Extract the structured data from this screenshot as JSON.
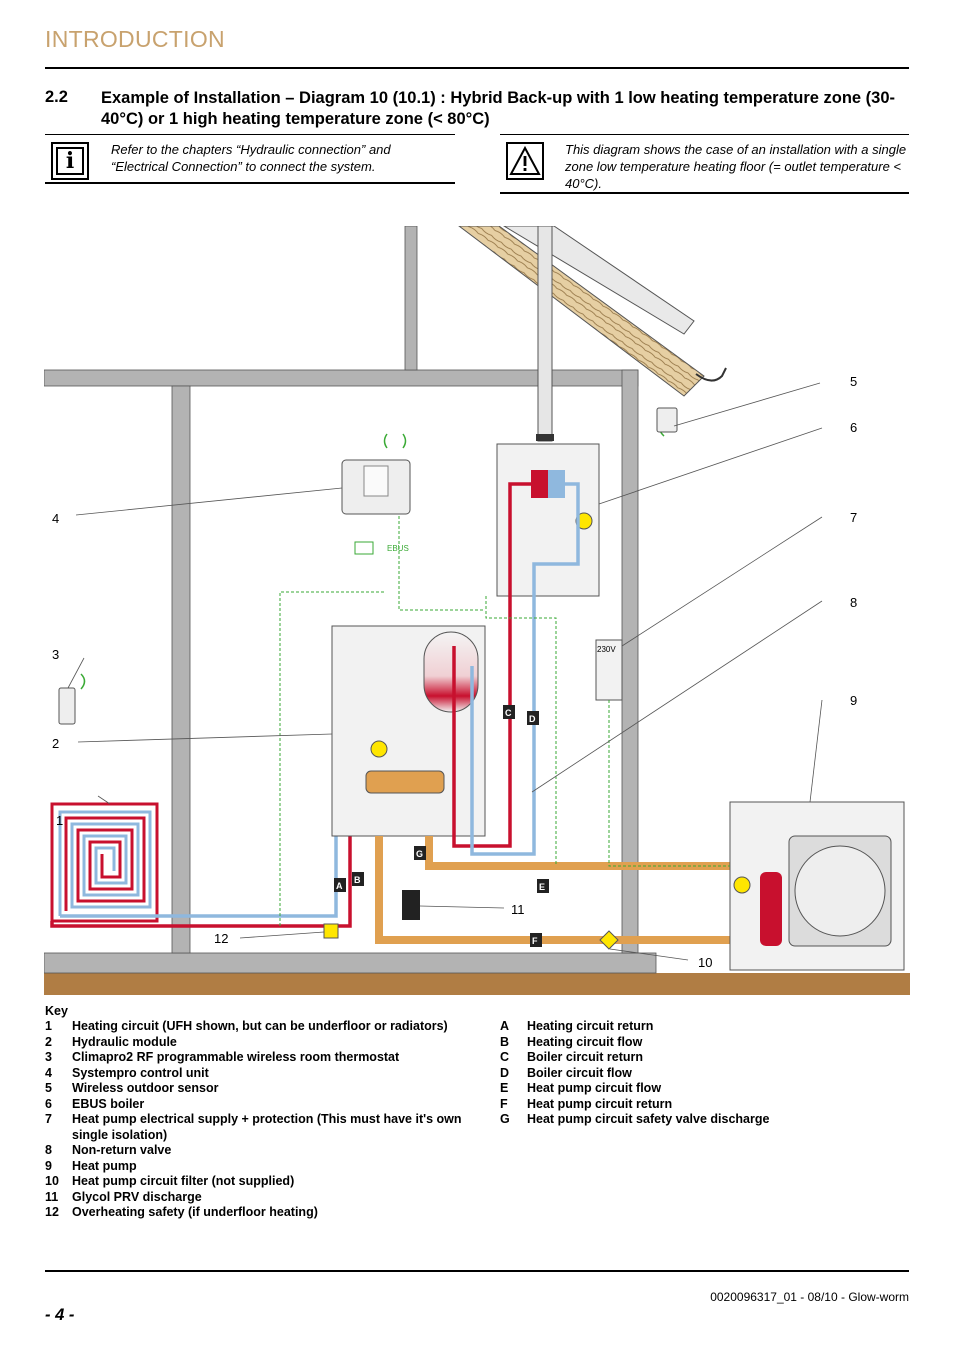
{
  "header": {
    "title": "INTRODUCTION"
  },
  "section": {
    "number": "2.2",
    "title": "Example of Installation – Diagram 10 (10.1) : Hybrid Back-up with 1 low heating temperature zone (30-40°C) or 1 high heating temperature zone (< 80°C)"
  },
  "notes": {
    "info": "Refer to the chapters “Hydraulic connection” and “Electrical Connection” to connect the system.",
    "warning": "This diagram shows the case of an installation with a single zone low temperature heating floor (= outlet temperature < 40°C)."
  },
  "diagram": {
    "callouts": [
      "1",
      "2",
      "3",
      "4",
      "5",
      "6",
      "7",
      "8",
      "9",
      "10",
      "11",
      "12"
    ],
    "letters": [
      "A",
      "B",
      "C",
      "D",
      "E",
      "F",
      "G"
    ],
    "ebus_label": "EBUS",
    "supply_label": "230V",
    "colors": {
      "hot": "#c8102e",
      "cold": "#8fb8de",
      "glycol": "#e0a050",
      "wire": "#3aaa35",
      "wall": "#b3b3b3",
      "ground": "#b07d44"
    }
  },
  "key": {
    "heading": "Key",
    "numbered": [
      {
        "num": "1",
        "text": "Heating circuit (UFH shown, but can be underfloor or radiators)"
      },
      {
        "num": "2",
        "text": "Hydraulic module"
      },
      {
        "num": "3",
        "text": "Climapro2 RF programmable wireless room thermostat"
      },
      {
        "num": "4",
        "text": "Systempro control unit"
      },
      {
        "num": "5",
        "text": "Wireless outdoor sensor"
      },
      {
        "num": "6",
        "text": "EBUS boiler"
      },
      {
        "num": "7",
        "text": "Heat pump electrical supply + protection (This must have it's own single isolation)"
      },
      {
        "num": "8",
        "text": "Non-return valve"
      },
      {
        "num": "9",
        "text": "Heat pump"
      },
      {
        "num": "10",
        "text": "Heat pump circuit filter (not supplied)"
      },
      {
        "num": "11",
        "text": "Glycol PRV discharge"
      },
      {
        "num": "12",
        "text": "Overheating safety (if underfloor heating)"
      }
    ],
    "lettered": [
      {
        "num": "A",
        "text": "Heating circuit return"
      },
      {
        "num": "B",
        "text": "Heating circuit flow"
      },
      {
        "num": "C",
        "text": "Boiler circuit return"
      },
      {
        "num": "D",
        "text": "Boiler circuit flow"
      },
      {
        "num": "E",
        "text": "Heat pump circuit flow"
      },
      {
        "num": "F",
        "text": "Heat pump circuit return"
      },
      {
        "num": "G",
        "text": "Heat pump circuit safety valve discharge"
      }
    ]
  },
  "footer": {
    "doc_ref": "0020096317_01 - 08/10 - Glow-worm",
    "page": "- 4 -"
  }
}
